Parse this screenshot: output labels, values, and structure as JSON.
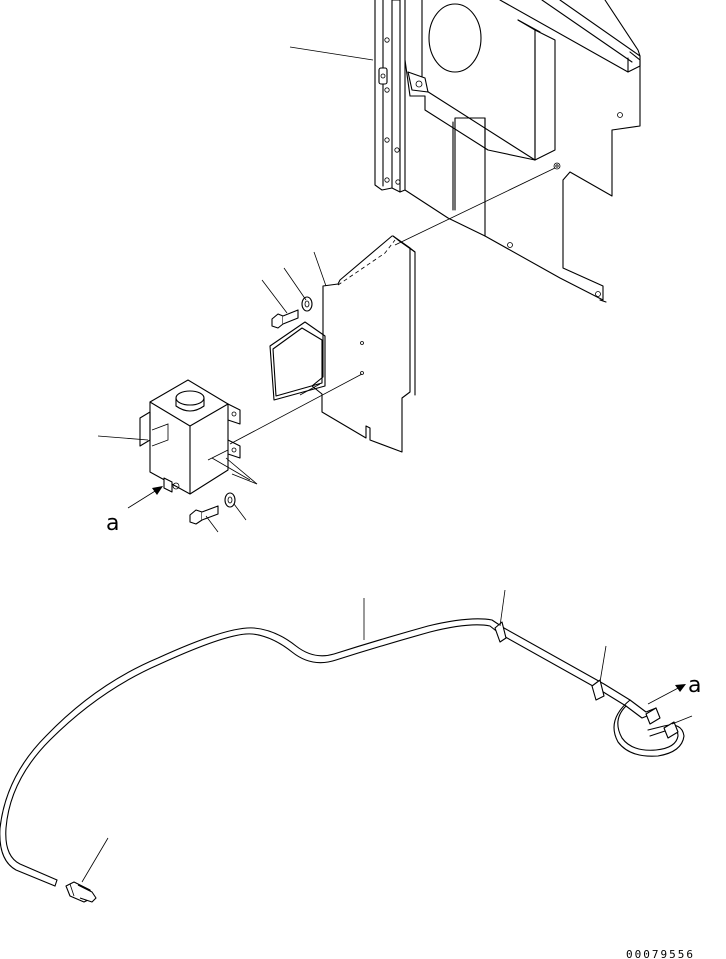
{
  "labels": {
    "detail_a_tank": "a",
    "detail_a_hose": "a"
  },
  "drawing_code": "00079556"
}
